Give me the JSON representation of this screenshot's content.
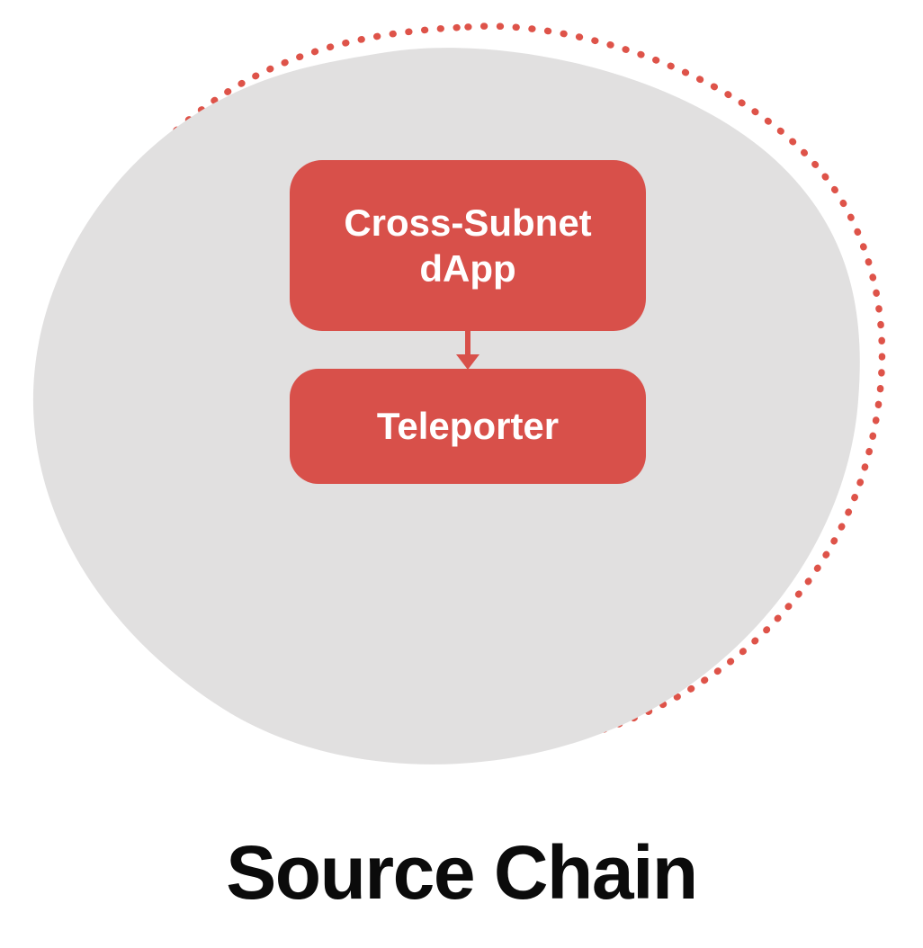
{
  "diagram": {
    "title": "Source Chain",
    "boxes": [
      {
        "id": "cross-subnet-dapp",
        "label": "Cross-Subnet dApp"
      },
      {
        "id": "teleporter",
        "label": "Teleporter"
      }
    ],
    "arrow": {
      "from": "cross-subnet-dapp",
      "to": "teleporter",
      "direction": "down"
    }
  },
  "colors": {
    "box_red": "#D8504A",
    "dot_red": "#DE5349",
    "blob_gray": "#E1E0E0",
    "box_text": "#FFFFFF",
    "title_text": "#0B0B0B",
    "background": "#FFFFFF"
  }
}
